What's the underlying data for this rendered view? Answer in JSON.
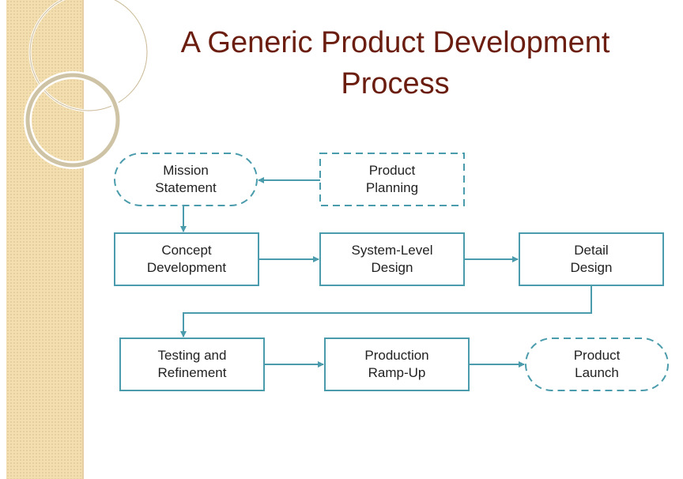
{
  "slide": {
    "title_line1": "A Generic Product Development",
    "title_line2": "Process"
  },
  "colors": {
    "accent": "#4a9bab",
    "title": "#6b1e10",
    "sidebar": "#f3deb0"
  },
  "nodes": {
    "mission": "Mission\nStatement",
    "planning": "Product\nPlanning",
    "concept": "Concept\nDevelopment",
    "system": "System-Level\nDesign",
    "detail": "Detail\nDesign",
    "testing": "Testing and\nRefinement",
    "production": "Production\nRamp-Up",
    "launch": "Product\nLaunch"
  }
}
